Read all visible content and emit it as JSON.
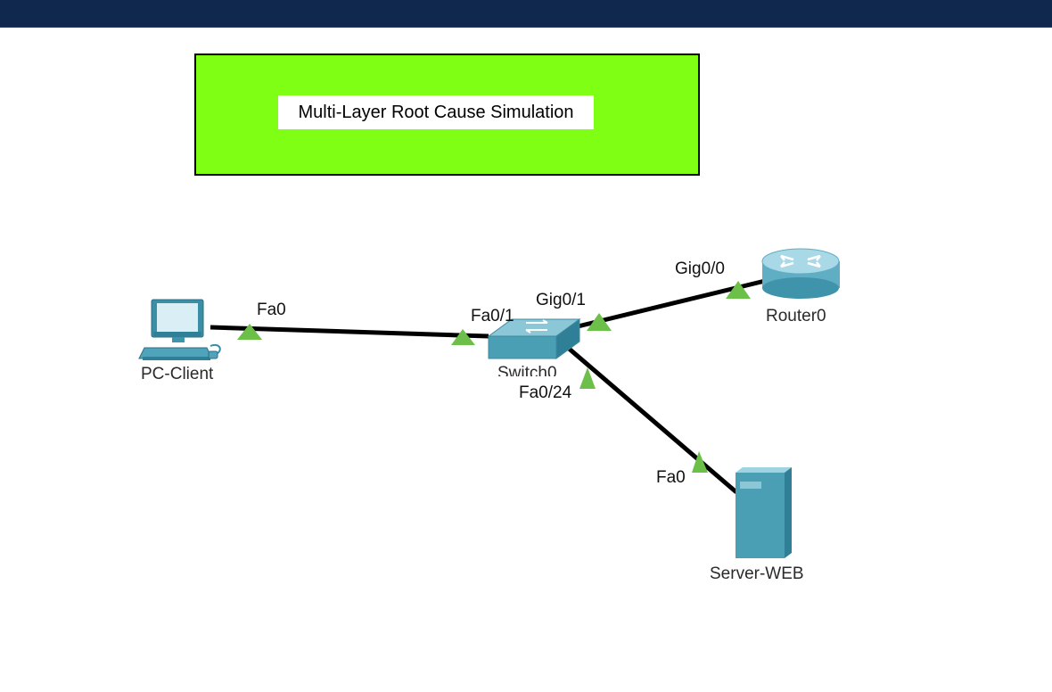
{
  "note": {
    "text": "Multi-Layer Root Cause Simulation",
    "background": "#7fff14"
  },
  "devices": {
    "pc": {
      "label": "PC-Client",
      "icon": "pc-icon"
    },
    "switch": {
      "label": "Switch0",
      "icon": "switch-icon"
    },
    "router": {
      "label": "Router0",
      "icon": "router-icon"
    },
    "server": {
      "label": "Server-WEB",
      "icon": "server-icon"
    }
  },
  "ports": {
    "pc_fa0": "Fa0",
    "sw_fa0_1": "Fa0/1",
    "sw_gig0_1": "Gig0/1",
    "router_gig0_0": "Gig0/0",
    "sw_fa0_24": "Fa0/24",
    "server_fa0": "Fa0"
  },
  "colors": {
    "topbar": "#11284e",
    "link": "#000000",
    "link_up": "#6cc04a",
    "device": "#4b9fb5"
  }
}
